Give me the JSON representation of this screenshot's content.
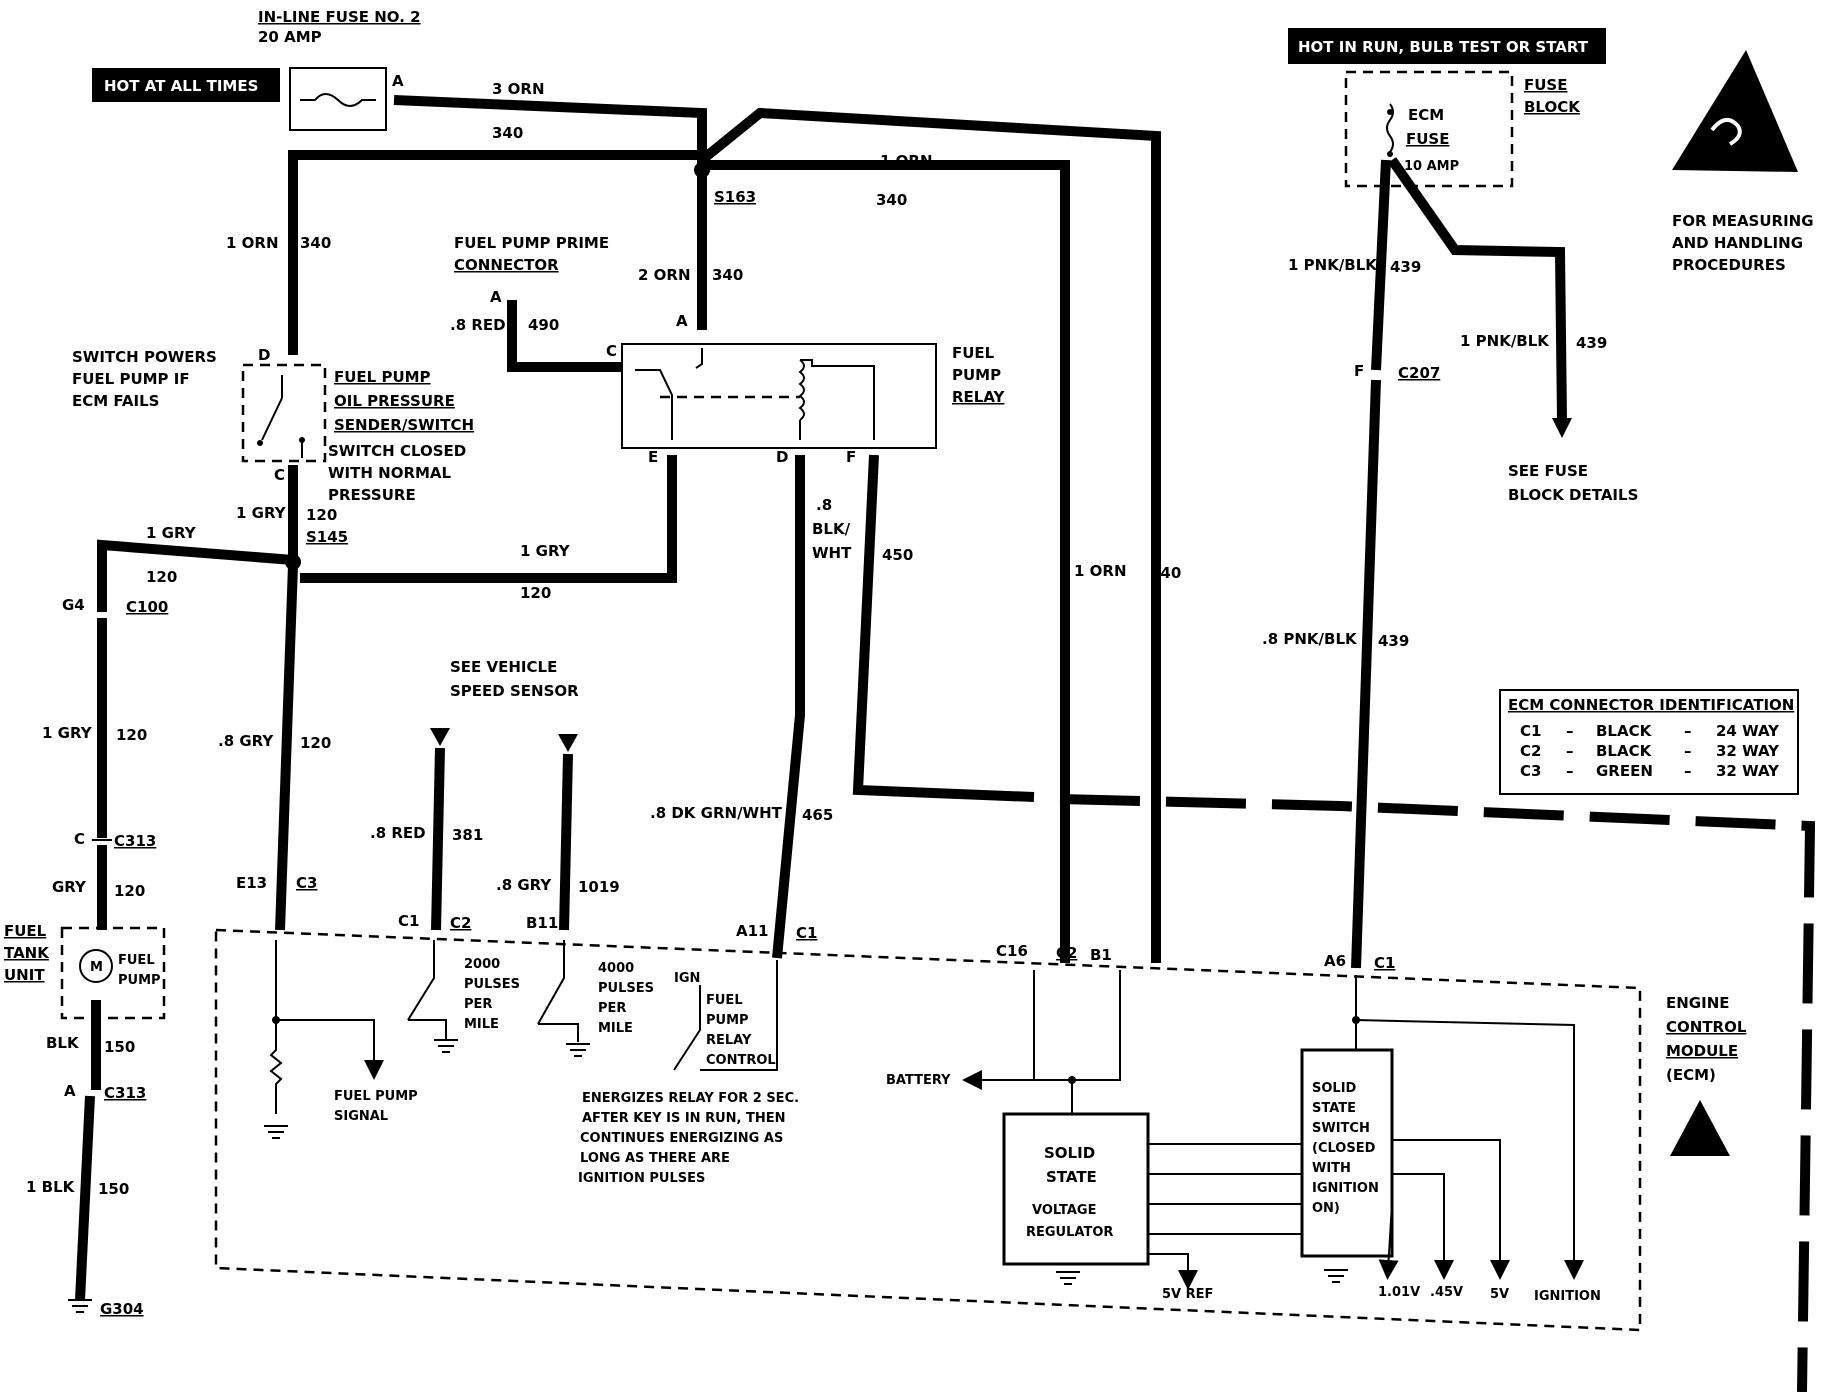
{
  "fuse2": {
    "title": "IN-LINE FUSE NO. 2",
    "amp": "20 AMP",
    "pin": "A"
  },
  "hot_all_times": "HOT AT ALL TIMES",
  "hot_run": "HOT IN RUN, BULB TEST OR START",
  "fuse_block": {
    "line1": "FUSE",
    "line2": "BLOCK",
    "ecm1": "ECM",
    "ecm2": "FUSE",
    "amp": "10 AMP"
  },
  "esd": {
    "line1": "FOR MEASURING",
    "line2": "AND HANDLING",
    "line3": "PROCEDURES"
  },
  "wires": {
    "w3orn": "3 ORN",
    "w340a": "340",
    "w1orn_top": "1 ORN",
    "w340b": "340",
    "s163": "S163",
    "w2orn": "2 ORN",
    "w340c": "340",
    "w1orn_left": "1 ORN",
    "w340d": "340",
    "prime1": "FUEL PUMP PRIME",
    "prime2": "CONNECTOR",
    "primeA": "A",
    "w8red": ".8 RED",
    "w490": "490",
    "w1pnk": "1 PNK/BLK",
    "w439a": "439",
    "w1pnk2": "1 PNK/BLK",
    "w439b": "439",
    "c207": "C207",
    "c207pin": "F",
    "see_fuse1": "SEE FUSE",
    "see_fuse2": "BLOCK DETAILS",
    "w8pnk": ".8 PNK/BLK",
    "w439c": "439",
    "w1orn_right": "1  ORN",
    "w340e": "340",
    "w8blk": ".8",
    "w8blk2": "BLK/",
    "w8blk3": "WHT",
    "w450": "450",
    "w8dkgrn": ".8 DK GRN/WHT",
    "w465": "465",
    "w1gry_a": "1 GRY",
    "w120a": "120",
    "s145": "S145",
    "w1gry_b": "1 GRY",
    "w120b": "120",
    "w1gry_c": "1 GRY",
    "w120c": "120",
    "g4": "G4",
    "c100": "C100",
    "w1gry_d": "1 GRY",
    "w120d": "120",
    "c313a_pin": "C",
    "c313a": "C313",
    "wgry": "GRY",
    "w120e": "120",
    "w8gry": ".8 GRY",
    "w120f": "120",
    "wblk": "BLK",
    "w150a": "150",
    "c313b_pin": "A",
    "c313b": "C313",
    "w1blk": "1 BLK",
    "w150b": "150",
    "g304": "G304",
    "w8red2": ".8 RED",
    "w381": "381",
    "w8gry2": ".8 GRY",
    "w1019": "1019"
  },
  "switch_note": {
    "l1": "SWITCH POWERS",
    "l2": "FUEL PUMP IF",
    "l3": "ECM FAILS"
  },
  "oil_switch": {
    "l1": "FUEL PUMP",
    "l2": "OIL PRESSURE",
    "l3": "SENDER/SWITCH",
    "l4": "SWITCH CLOSED",
    "l5": "WITH NORMAL",
    "l6": "PRESSURE",
    "pinD": "D",
    "pinC": "C"
  },
  "relay": {
    "l1": "FUEL",
    "l2": "PUMP",
    "l3": "RELAY",
    "pinA": "A",
    "pinC": "C",
    "pinE": "E",
    "pinD": "D",
    "pinF": "F"
  },
  "vss": {
    "l1": "SEE VEHICLE",
    "l2": "SPEED SENSOR"
  },
  "ecm_conn": {
    "title": "ECM CONNECTOR IDENTIFICATION",
    "rows": [
      {
        "c": "C1",
        "d": "–",
        "color": "BLACK",
        "d2": "–",
        "way": "24 WAY"
      },
      {
        "c": "C2",
        "d": "–",
        "color": "BLACK",
        "d2": "–",
        "way": "32 WAY"
      },
      {
        "c": "C3",
        "d": "–",
        "color": "GREEN",
        "d2": "–",
        "way": "32 WAY"
      }
    ]
  },
  "fuel_tank": {
    "l1": "FUEL",
    "l2": "TANK",
    "l3": "UNIT",
    "pump1": "FUEL",
    "pump2": "PUMP",
    "motor": "M"
  },
  "ecm_pins": {
    "e13": "E13",
    "c3": "C3",
    "c1a": "C1",
    "c2a": "C2",
    "b11": "B11",
    "a11": "A11",
    "c1b": "C1",
    "c16": "C16",
    "c2b": "C2",
    "b1": "B1",
    "a6": "A6",
    "c1c": "C1"
  },
  "ecm": {
    "pulses2000_1": "2000",
    "pulses2000_2": "PULSES",
    "pulses2000_3": "PER",
    "pulses2000_4": "MILE",
    "pulses4000_1": "4000",
    "pulses4000_2": "PULSES",
    "pulses4000_3": "PER",
    "pulses4000_4": "MILE",
    "ign": "IGN",
    "fpr1": "FUEL",
    "fpr2": "PUMP",
    "fpr3": "RELAY",
    "fpr4": "CONTROL",
    "fps1": "FUEL PUMP",
    "fps2": "SIGNAL",
    "note1": "ENERGIZES RELAY FOR 2 SEC.",
    "note2": "AFTER KEY IS IN RUN, THEN",
    "note3": "CONTINUES ENERGIZING AS",
    "note4": "LONG AS THERE ARE",
    "note5": "IGNITION PULSES",
    "battery": "BATTERY",
    "reg1": "SOLID",
    "reg2": "STATE",
    "reg3": "VOLTAGE",
    "reg4": "REGULATOR",
    "sw1": "SOLID",
    "sw2": "STATE",
    "sw3": "SWITCH",
    "sw4": "(CLOSED",
    "sw5": "WITH",
    "sw6": "IGNITION",
    "sw7": "ON)",
    "v5ref": "5V REF",
    "v101": "1.01V",
    "v45": ".45V",
    "v5": "5V",
    "ign2": "IGNITION",
    "mod1": "ENGINE",
    "mod2": "CONTROL",
    "mod3": "MODULE",
    "mod4": "(ECM)"
  }
}
